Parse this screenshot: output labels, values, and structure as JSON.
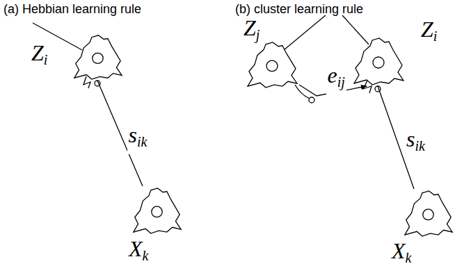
{
  "diagram": {
    "nodes": [
      {
        "text": [
          "Zi"
        ]
      },
      {
        "text": [
          "Xk"
        ]
      },
      {
        "text": [
          "Zj"
        ]
      },
      {
        "text": [
          "Zi"
        ]
      },
      {
        "text": [
          "Xk"
        ]
      }
    ],
    "edges": [
      {
        "from": 1,
        "to": 0,
        "arrow": "none",
        "label": "sik"
      },
      {
        "from": 2,
        "to": 3,
        "arrow": "to",
        "label": "eij"
      },
      {
        "from": 4,
        "to": 3,
        "arrow": "none",
        "label": "sik"
      }
    ],
    "labels": [
      "(a) Hebbian learning rule",
      "(b) cluster learning rule"
    ]
  }
}
